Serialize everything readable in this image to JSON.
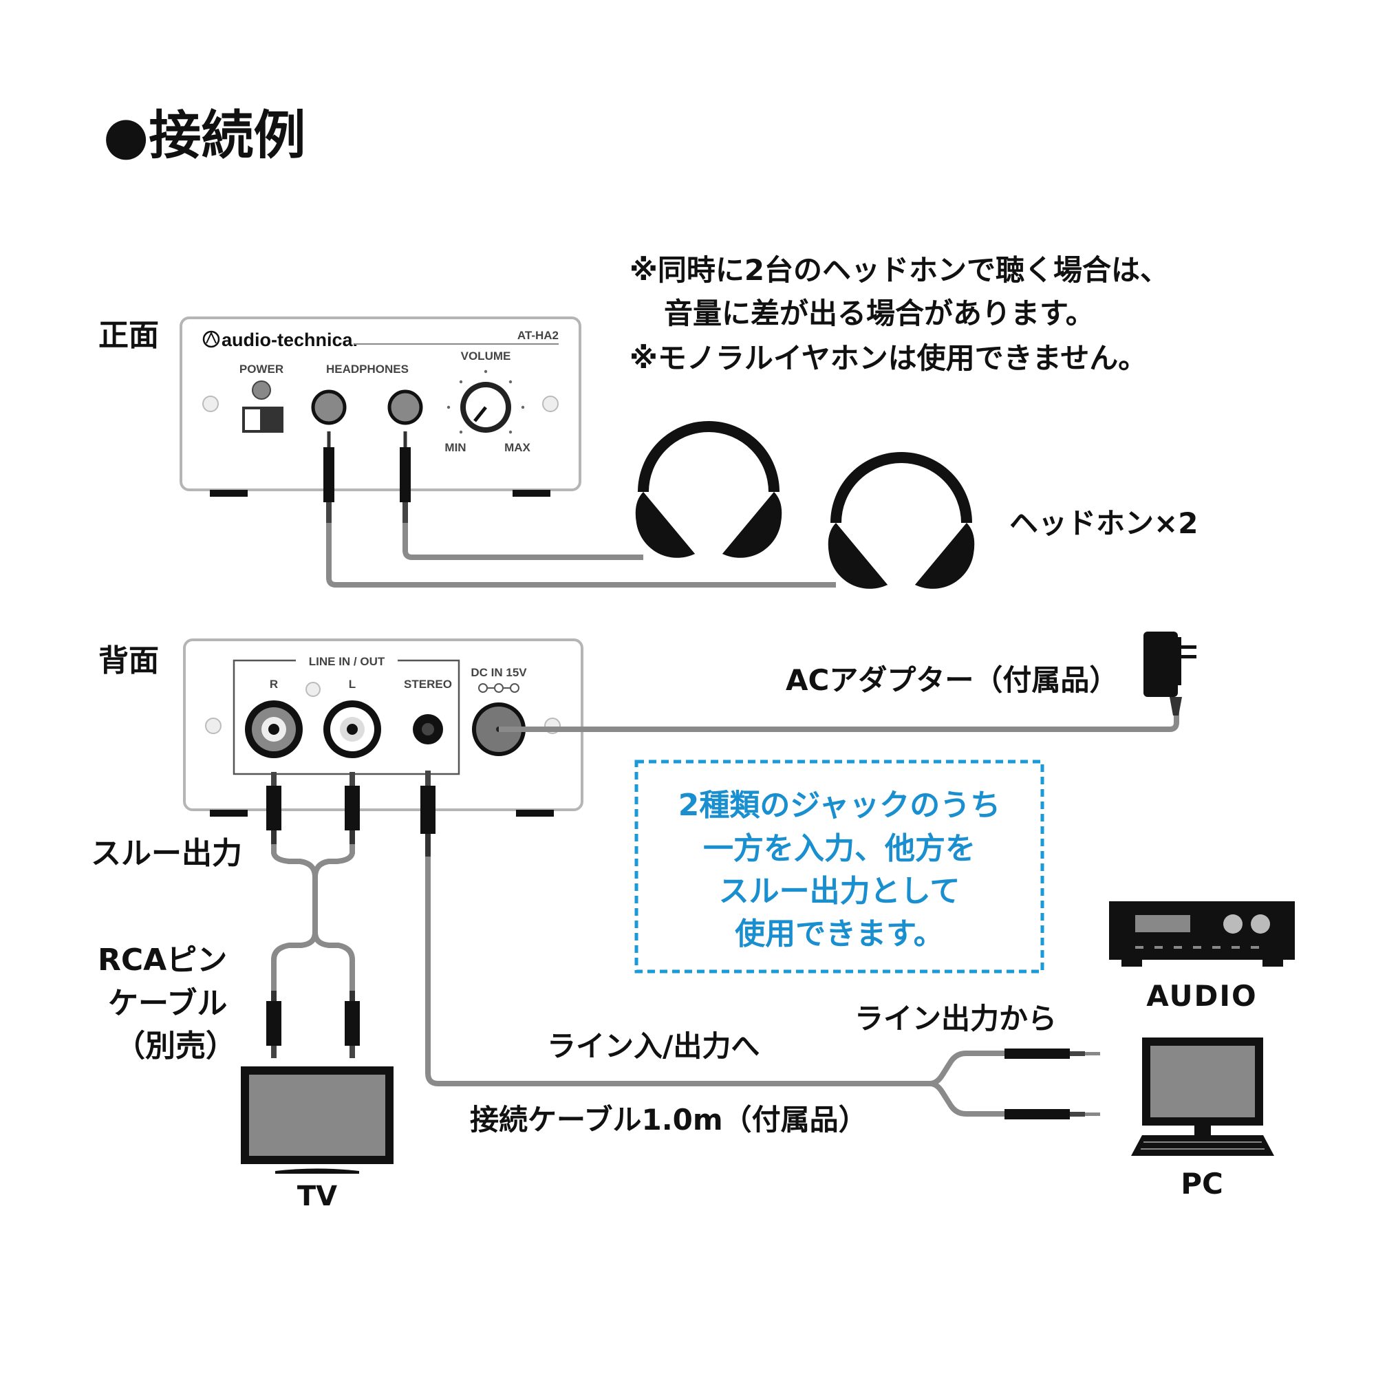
{
  "title": "●接続例",
  "note": {
    "line1": "※同時に2台のヘッドホンで聴く場合は、",
    "line2": "音量に差が出る場合があります。",
    "line3": "※モノラルイヤホンは使用できません。"
  },
  "front": {
    "label": "正面",
    "brand": "audio-technica.",
    "model": "AT-HA2",
    "power": "POWER",
    "headphones": "HEADPHONES",
    "volume": "VOLUME",
    "min": "MIN",
    "max": "MAX"
  },
  "headphones_label": "ヘッドホン×2",
  "rear": {
    "label": "背面",
    "line_in_out": "LINE IN / OUT",
    "r": "R",
    "l": "L",
    "stereo": "STEREO",
    "dc_in": "DC IN 15V"
  },
  "ac_adapter": "ACアダプター（付属品）",
  "info_box": {
    "line1": "2種類のジャックのうち",
    "line2": "一方を入力、他方を",
    "line3": "スルー出力として",
    "line4": "使用できます。"
  },
  "through_output": "スルー出力",
  "rca_cable": {
    "line1": "RCAピン",
    "line2": "ケーブル",
    "line3": "（別売）"
  },
  "tv": "TV",
  "line_to": "ライン入/出力へ",
  "line_from": "ライン出力から",
  "cable": "接続ケーブル1.0m（付属品）",
  "audio": "AUDIO",
  "pc": "PC",
  "colors": {
    "blue_text": "#1a8fd0",
    "blue_border": "#1a9ad6",
    "cable": "#8a8a8a",
    "panel_border": "#b5b5b5"
  }
}
